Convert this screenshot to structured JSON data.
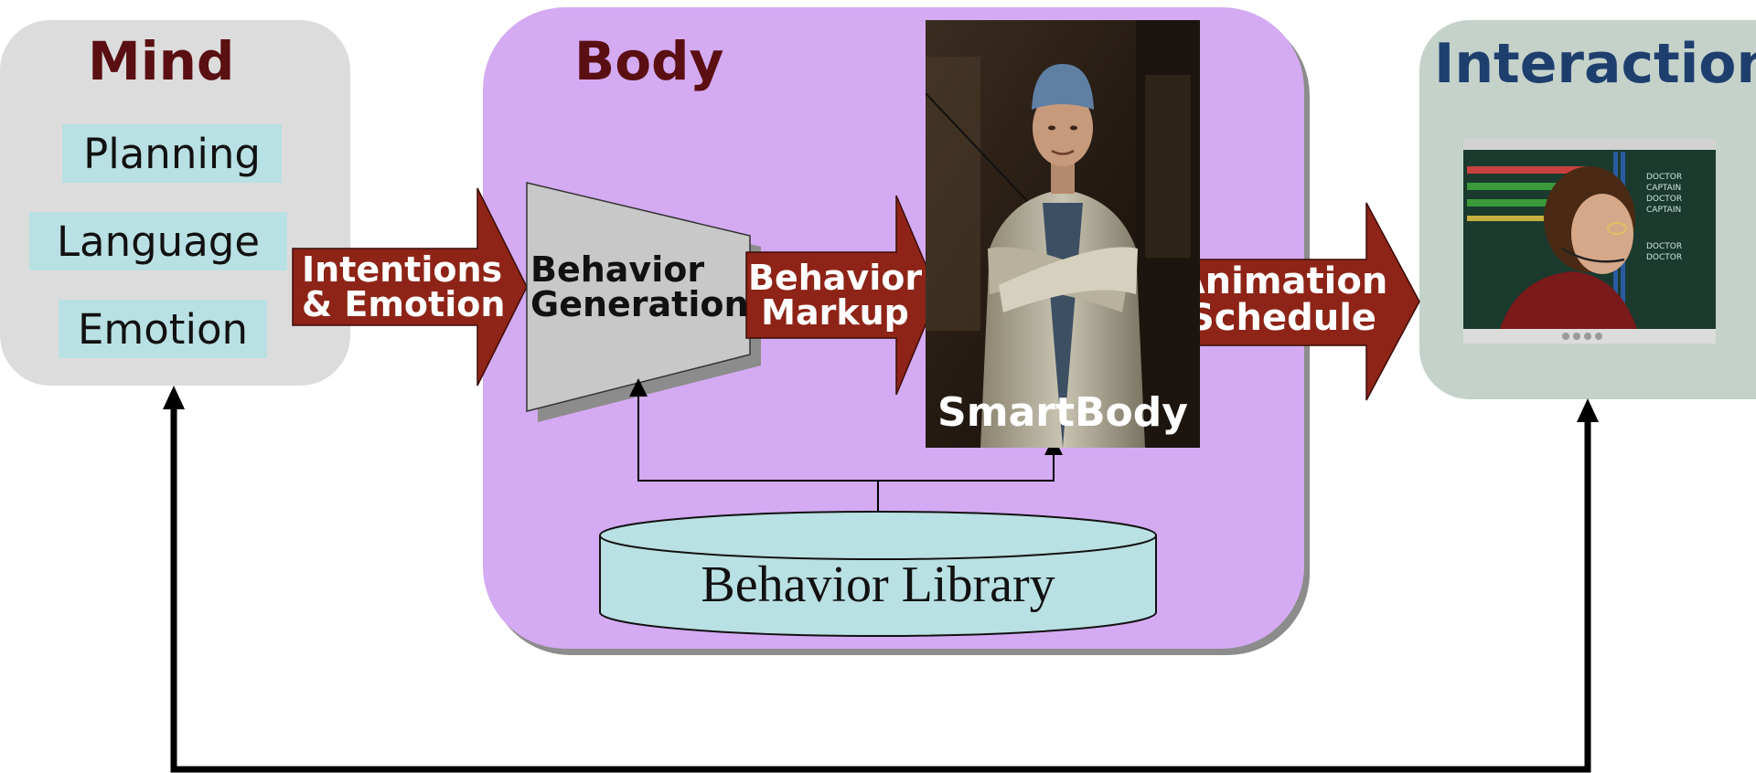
{
  "mind": {
    "title": "Mind",
    "items": [
      "Planning",
      "Language",
      "Emotion"
    ]
  },
  "body": {
    "title": "Body",
    "behavior_generation": [
      "Behavior",
      "Generation"
    ],
    "smartbody_label": "SmartBody",
    "behavior_library": "Behavior Library"
  },
  "interaction": {
    "title": "Interaction"
  },
  "arrows": {
    "intentions": [
      "Intentions",
      "& Emotion"
    ],
    "behavior_markup": [
      "Behavior",
      "Markup"
    ],
    "animation_schedule": [
      "Animation",
      "Schedule"
    ]
  },
  "screen_text": [
    "DOCTOR",
    "CAPTAIN",
    "DOCTOR",
    "CAPTAIN",
    "DOCTOR",
    "DOCTOR"
  ],
  "colors": {
    "mind_panel": "#dcdcdc",
    "body_panel": "#d4aaf2",
    "interaction_panel": "#c4d2ca",
    "arrow_fill": "#8e2417",
    "title_dark_red": "#5a0f12",
    "title_blue": "#1e3f6e",
    "chip": "#b9e0e2",
    "library": "#b9e0e2"
  }
}
